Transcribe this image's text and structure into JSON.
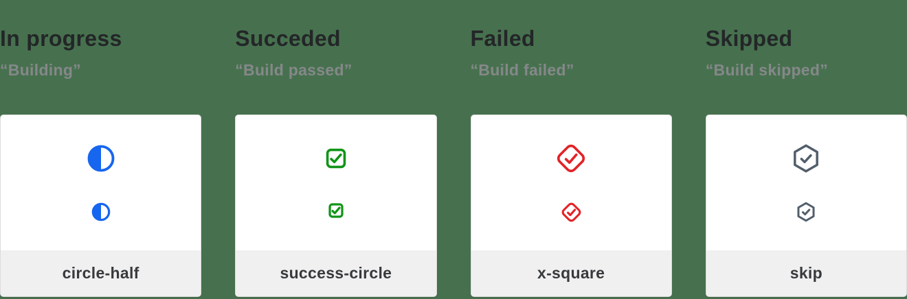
{
  "page": {
    "background_color": "#47714E"
  },
  "columns": [
    {
      "title": "In progress",
      "quote": "“Building”",
      "icon": "circle-half-icon",
      "icon_color": "#1766EF",
      "label": "circle-half"
    },
    {
      "title": "Succeded",
      "quote": "“Build passed”",
      "icon": "success-circle-icon",
      "icon_color": "#119417",
      "label": "success-circle"
    },
    {
      "title": "Failed",
      "quote": "“Build failed”",
      "icon": "x-square-icon",
      "icon_color": "#E32226",
      "label": "x-square"
    },
    {
      "title": "Skipped",
      "quote": "“Build skipped”",
      "icon": "skip-icon",
      "icon_color": "#525E6B",
      "label": "skip"
    }
  ]
}
